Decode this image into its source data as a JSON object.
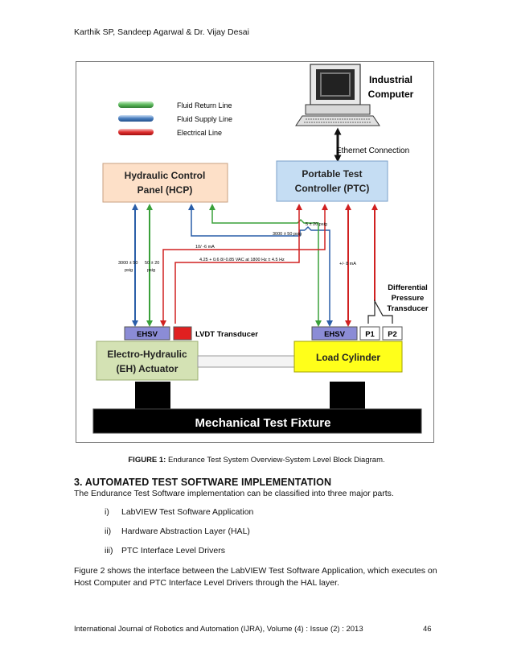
{
  "header": {
    "authors": "Karthik SP, Sandeep Agarwal & Dr. Vijay Desai"
  },
  "figure": {
    "computer_label_1": "Industrial",
    "computer_label_2": "Computer",
    "ethernet_label": "Ethernet Connection",
    "legend": {
      "return_line": "Fluid Return Line",
      "supply_line": "Fluid Supply Line",
      "electrical_line": "Electrical Line"
    },
    "hcp_line1": "Hydraulic Control",
    "hcp_line2": "Panel (HCP)",
    "ptc_line1": "Portable Test",
    "ptc_line2": "Controller (PTC)",
    "sig_5psig": "5 ± 20 psig",
    "sig_3000psig_ptc": "3000 ± 50 psig",
    "sig_10ma": "10/ -6 mA",
    "sig_vac": "4.25 + 0.6 8/-0.85 VAC at 1800 Hz ± 4.5 Hz",
    "sig_3000psig_hcp_1": "3000 ± 50",
    "sig_3000psig_hcp_2": "psig",
    "sig_50psig_1": "50 ± 20",
    "sig_50psig_2": "psig",
    "sig_8ma": "+/- 8 mA",
    "dp_line1": "Differential",
    "dp_line2": "Pressure",
    "dp_line3": "Transducer",
    "ehsv_left": "EHSV",
    "lvdt_label": "LVDT Transducer",
    "ehsv_right": "EHSV",
    "p1": "P1",
    "p2": "P2",
    "eh_line1": "Electro-Hydraulic",
    "eh_line2": "(EH) Actuator",
    "load_cylinder": "Load Cylinder",
    "fixture": "Mechanical Test Fixture",
    "colors": {
      "return": "#5cb85c",
      "supply": "#4a7fc0",
      "electrical": "#e03030",
      "hcp_fill": "#fde0c8",
      "ptc_fill": "#c5ddf3",
      "eh_fill": "#d4e2b4",
      "load_fill": "#ffff1a"
    }
  },
  "caption": {
    "label": "FIGURE 1:",
    "text": " Endurance Test System Overview-System Level Block Diagram."
  },
  "section": {
    "title": "3.  AUTOMATED TEST SOFTWARE IMPLEMENTATION",
    "intro": "The Endurance Test Software implementation can be classified into three major parts.",
    "items": [
      {
        "num": "i)",
        "text": "LabVIEW Test Software Application"
      },
      {
        "num": "ii)",
        "text": "Hardware Abstraction Layer (HAL)"
      },
      {
        "num": "iii)",
        "text": "PTC Interface Level Drivers"
      }
    ],
    "para2": "Figure 2 shows the interface between the LabVIEW Test Software Application, which executes on Host Computer and PTC Interface Level Drivers through the HAL layer."
  },
  "footer": {
    "journal": "International Journal of Robotics and Automation (IJRA), Volume (4) : Issue (2) : 2013",
    "page": "46"
  }
}
